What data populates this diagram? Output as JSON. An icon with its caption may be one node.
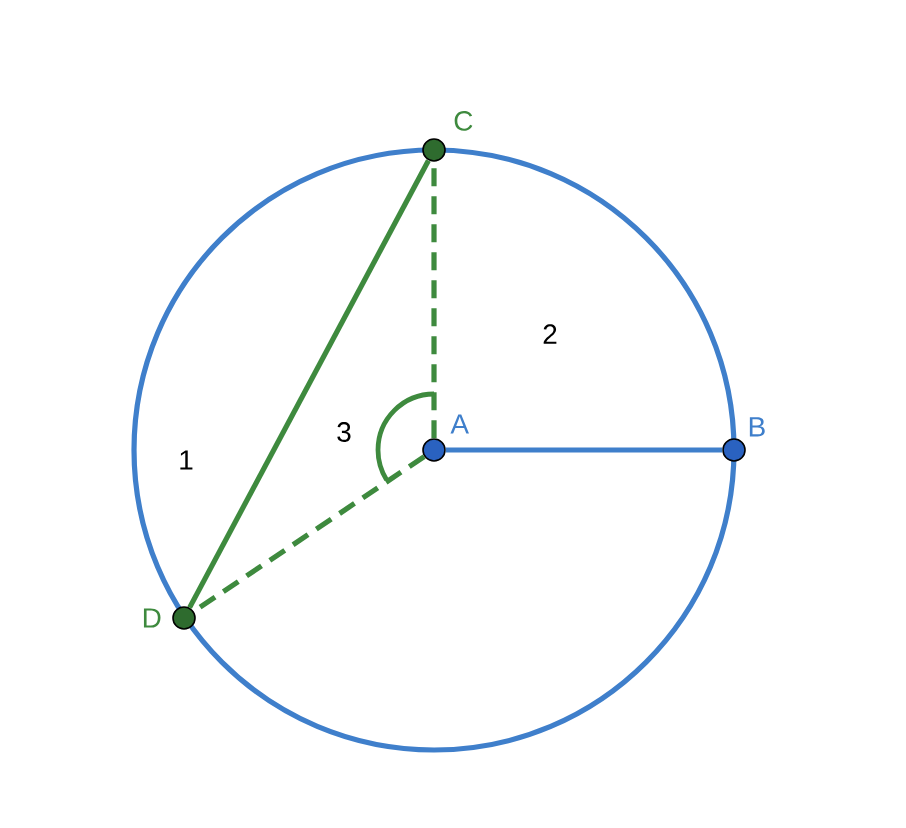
{
  "diagram": {
    "nodes": [
      {
        "text": [
          "A"
        ]
      },
      {
        "text": [
          "B"
        ]
      },
      {
        "text": [
          "C"
        ]
      },
      {
        "text": [
          "D"
        ]
      }
    ],
    "edges": [
      {
        "from": 0,
        "to": 1,
        "arrow": "none",
        "color": "#3f7fcb"
      },
      {
        "from": 2,
        "to": 3,
        "arrow": "none"
      },
      {
        "from": 0,
        "to": 2,
        "arrow": "none",
        "style": "dashed"
      },
      {
        "from": 0,
        "to": 3,
        "arrow": "none",
        "style": "dashed"
      }
    ],
    "labels": [
      "1",
      "2",
      "3"
    ]
  }
}
